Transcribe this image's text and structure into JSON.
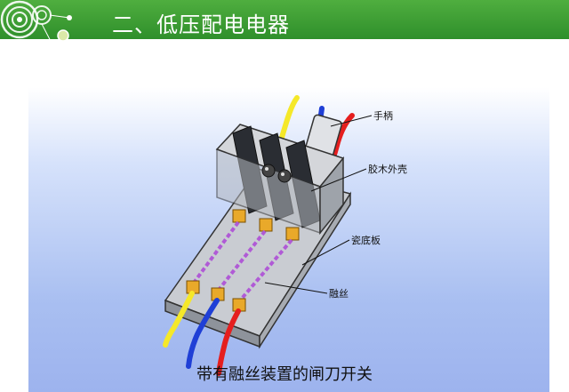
{
  "header": {
    "title": "二、低压配电电器"
  },
  "labels": {
    "handle": "手柄",
    "bakelite_shell": "胶木外壳",
    "porcelain_base": "瓷底板",
    "fuse_wire": "融丝"
  },
  "caption": "带有融丝装置的闸刀开关",
  "colors": {
    "header_green": "#3a9a34",
    "wire_yellow": "#f5e829",
    "wire_blue": "#1f3fd6",
    "wire_red": "#e51e1e",
    "fuse_purple": "#b05ad6"
  }
}
